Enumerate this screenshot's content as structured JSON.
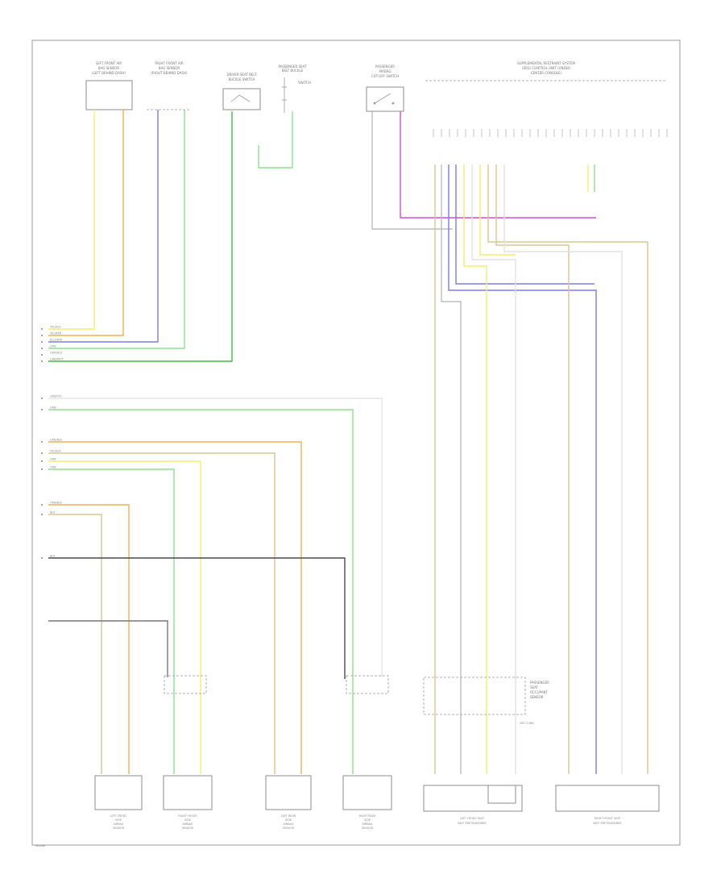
{
  "colors": {
    "yellow": "#f3ef6a",
    "orange": "#f4b04a",
    "blue": "#7b7bf0",
    "green": "#8ee08e",
    "dkgreen": "#3bbf3b",
    "gray": "#bdbdbd",
    "dkgray": "#4a4a4a",
    "tan": "#d9c58f",
    "magenta": "#d24fd2",
    "pink": "#f3b0b0",
    "ltgray": "#e2e2e2"
  },
  "components": {
    "lf_sensor": {
      "label_lines": [
        "LEFT FRONT AIR",
        "BAG SENSOR",
        "(LEFT BEHIND DASH)"
      ]
    },
    "rf_sensor": {
      "label_lines": [
        "RIGHT FRONT AIR",
        "BAG SENSOR",
        "(RIGHT BEHIND DASH)"
      ]
    },
    "driver_belt": {
      "label_lines": [
        "DRIVER SEAT BELT",
        "BUCKLE SWITCH"
      ]
    },
    "pass_belt": {
      "label_lines": [
        "PASSENGER SEAT",
        "BELT BUCKLE",
        "SWITCH"
      ]
    },
    "occupant_switch": {
      "label_lines": [
        "PASSENGER",
        "AIRBAG",
        "CUT-OFF SWITCH"
      ]
    },
    "control_unit": {
      "label_lines": [
        "SUPPLEMENTAL RESTRAINT SYSTEM",
        "(SRS) CONTROL UNIT (UNDER",
        "CENTER CONSOLE)"
      ]
    },
    "seat_sensor": {
      "label_lines": [
        "PASSENGER",
        "SEAT",
        "OCCUPANT",
        "SENSOR"
      ]
    },
    "srs_connector": {
      "label_lines": [
        "SRS CONN"
      ]
    },
    "lf_side_sensor": {
      "label_lines": [
        "LEFT FRONT",
        "SIDE",
        "AIRBAG",
        "SENSOR"
      ]
    },
    "rf_side_sensor": {
      "label_lines": [
        "RIGHT FRONT",
        "SIDE",
        "AIRBAG",
        "SENSOR"
      ]
    },
    "lr_side_sensor": {
      "label_lines": [
        "LEFT REAR",
        "SIDE",
        "AIRBAG",
        "SENSOR"
      ]
    },
    "rr_side_sensor": {
      "label_lines": [
        "RIGHT REAR",
        "SIDE",
        "AIRBAG",
        "SENSOR"
      ]
    },
    "lf_seat_belt": {
      "label_lines": [
        "LEFT FRONT SEAT",
        "BELT PRETENSIONER"
      ]
    },
    "rf_seat_belt": {
      "label_lines": [
        "RIGHT FRONT SEAT",
        "BELT PRETENSIONER"
      ]
    }
  },
  "footer": {
    "code": "W0088"
  },
  "wire_labels": {
    "left_bus": [
      "YEL/BLK",
      "YEL/RED",
      "BLU/GRN",
      "GRN",
      "GRN/BLK",
      "GRN/WHT",
      "GRN/YEL",
      "ORN",
      "ORN/BLK",
      "YEL/BLK",
      "GRN",
      "ORN",
      "ORN/BLK",
      "BLK",
      "BLK"
    ]
  }
}
